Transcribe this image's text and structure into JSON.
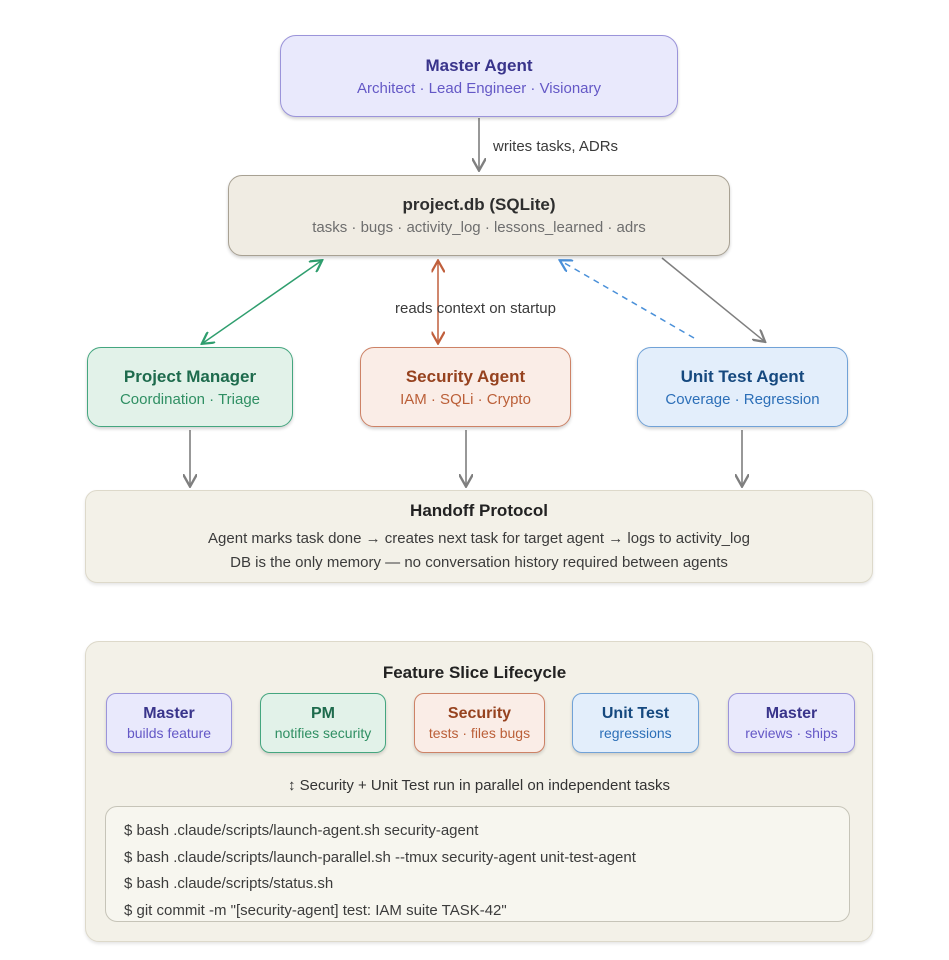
{
  "diagram": {
    "master_agent": {
      "title": "Master Agent",
      "subtitle": "Architect · Lead Engineer · Visionary"
    },
    "writes_label": "writes tasks, ADRs",
    "database": {
      "title": "project.db (SQLite)",
      "subtitle": "tasks · bugs · activity_log · lessons_learned · adrs"
    },
    "reads_label": "reads context on startup",
    "agents": [
      {
        "title": "Project Manager",
        "subtitle": "Coordination · Triage"
      },
      {
        "title": "Security Agent",
        "subtitle": "IAM · SQLi · Crypto"
      },
      {
        "title": "Unit Test Agent",
        "subtitle": "Coverage · Regression"
      }
    ],
    "handoff": {
      "title": "Handoff Protocol",
      "line1": "Agent marks task done → creates next task for target agent → logs to activity_log",
      "line2": "DB is the only memory — no conversation history required between agents"
    }
  },
  "lifecycle": {
    "title": "Feature Slice Lifecycle",
    "stages": [
      {
        "title": "Master",
        "subtitle": "builds feature"
      },
      {
        "title": "PM",
        "subtitle": "notifies security"
      },
      {
        "title": "Security",
        "subtitle": "tests · files bugs"
      },
      {
        "title": "Unit Test",
        "subtitle": "regressions"
      },
      {
        "title": "Master",
        "subtitle": "reviews · ships"
      }
    ],
    "parallel_note": "↕ Security + Unit Test run in parallel on independent tasks",
    "commands": [
      "$ bash .claude/scripts/launch-agent.sh security-agent",
      "$ bash .claude/scripts/launch-parallel.sh --tmux security-agent unit-test-agent",
      "$ bash .claude/scripts/status.sh",
      "$ git commit -m \"[security-agent] test: IAM suite TASK-42\""
    ]
  },
  "colors": {
    "purple_border": "#9b94da",
    "purple_bg": "#e9e9fc",
    "green_border": "#44a67f",
    "green_bg": "#e2f2e9",
    "peach_border": "#cd8266",
    "peach_bg": "#faede7",
    "blue_border": "#71a2d7",
    "blue_bg": "#e3eefb",
    "tan_bg": "#f0ece3",
    "ivory_bg": "#f3f1e8",
    "arrow_gray": "#7f7f7f",
    "arrow_green": "#2f9e6e",
    "arrow_orange": "#c05f3c",
    "arrow_blue": "#4a90d9"
  }
}
